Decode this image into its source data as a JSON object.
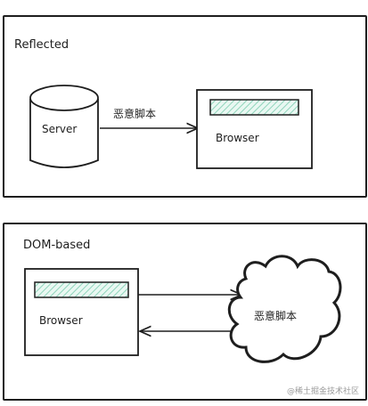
{
  "reflected": {
    "title": "Reflected",
    "server_label": "Server",
    "payload_label": "恶意脚本",
    "browser_label": "Browser"
  },
  "dom_based": {
    "title": "DOM-based",
    "browser_label": "Browser",
    "payload_label": "恶意脚本"
  },
  "watermark": "@稀土掘金技术社区",
  "colors": {
    "stroke": "#1e1e1e",
    "hatch": "#8fd4bb",
    "hatch_background": "#e9f8f2",
    "watermark": "#9a9a9a"
  }
}
